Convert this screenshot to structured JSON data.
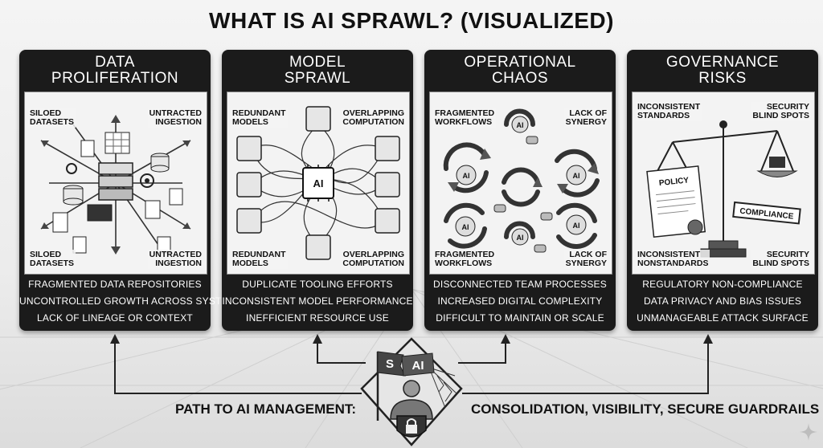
{
  "title": "WHAT IS AI SPRAWL? (VISUALIZED)",
  "panels": [
    {
      "title_line1": "DATA",
      "title_line2": "PROLIFERATION",
      "labels": {
        "top_left": [
          "SILOED",
          "DATASETS"
        ],
        "top_right": [
          "UNTRACTED",
          "INGESTION"
        ],
        "bottom_left": [
          "SILOED",
          "DATASETS"
        ],
        "bottom_right": [
          "UNTRACTED",
          "INGESTION"
        ]
      },
      "bullets": [
        "FRAGMENTED DATA REPOSITORIES",
        "UNCONTROLLED GROWTH ACROSS SYSTEMS",
        "LACK OF LINEAGE OR CONTEXT"
      ]
    },
    {
      "title_line1": "MODEL",
      "title_line2": "SPRAWL",
      "center_chip": "AI",
      "labels": {
        "top_left": [
          "REDUNDANT",
          "MODELS"
        ],
        "top_right": [
          "OVERLAPPING",
          "COMPUTATION"
        ],
        "bottom_left": [
          "REDUNDANT",
          "MODELS"
        ],
        "bottom_right": [
          "OVERLAPPING",
          "COMPUTATION"
        ]
      },
      "bullets": [
        "DUPLICATE TOOLING EFFORTS",
        "INCONSISTENT MODEL PERFORMANCE",
        "INEFFICIENT RESOURCE USE"
      ]
    },
    {
      "title_line1": "OPERATIONAL",
      "title_line2": "CHAOS",
      "cycle_label": "AI",
      "labels": {
        "top_left": [
          "FRAGMENTED",
          "WORKFLOWS"
        ],
        "top_right": [
          "LACK OF",
          "SYNERGY"
        ],
        "bottom_left": [
          "FRAGMENTED",
          "WORKFLOWS"
        ],
        "bottom_right": [
          "LACK OF",
          "SYNERGY"
        ]
      },
      "bullets": [
        "DISCONNECTED TEAM PROCESSES",
        "INCREASED DIGITAL COMPLEXITY",
        "DIFFICULT TO MAINTAIN OR SCALE"
      ]
    },
    {
      "title_line1": "GOVERNANCE",
      "title_line2": "RISKS",
      "document_label": "POLICY",
      "tag_label": "COMPLIANCE",
      "labels": {
        "top_left": [
          "INCONSISTENT",
          "STANDARDS"
        ],
        "top_right": [
          "SECURITY",
          "BLIND SPOTS"
        ],
        "bottom_left": [
          "INCONSISTENT",
          "NONSTANDARDS"
        ],
        "bottom_right": [
          "SECURITY",
          "BLIND SPOTS"
        ]
      },
      "bullets": [
        "REGULATORY NON-COMPLIANCE",
        "DATA PRIVACY AND BIAS ISSUES",
        "UNMANAGEABLE ATTACK SURFACE"
      ]
    }
  ],
  "emblem": {
    "flag_letter": "S",
    "shield_text": "AI",
    "icon": "padlock-icon"
  },
  "footer": {
    "path_label": "PATH TO AI MANAGEMENT:",
    "path_value": "CONSOLIDATION, VISIBILITY, SECURE GUARDRAILS"
  }
}
